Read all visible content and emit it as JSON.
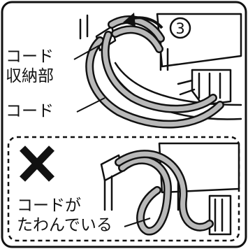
{
  "labels": {
    "step_number": "3",
    "cord_storage": [
      "コード",
      "収納部"
    ],
    "cord": "コード",
    "bad_example": [
      "コードが",
      "たわんでいる"
    ]
  },
  "colors": {
    "outline": "#111111",
    "cord_fill": "#b9b9b9",
    "cross_mark": "#111111"
  }
}
